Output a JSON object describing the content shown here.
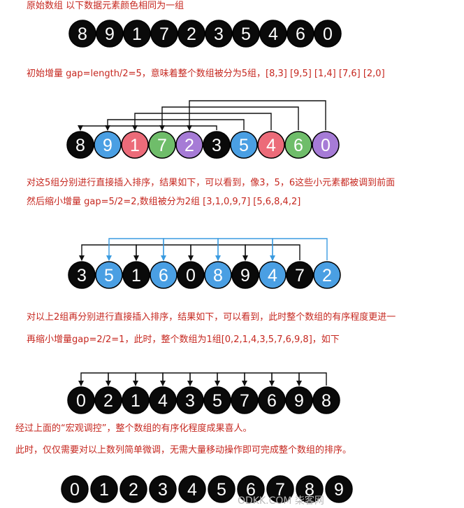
{
  "colors": {
    "caption": "#c6271f",
    "black": "#0a0a0a",
    "blue": "#4a9fe3",
    "pink": "#ec6b79",
    "green": "#6fbd6a",
    "purple": "#a67bd6",
    "arrow_black": "#111111",
    "arrow_blue": "#3a9be0"
  },
  "captions": {
    "c1": "原始数组  以下数据元素颜色相同为一组",
    "c2": "初始增量 gap=length/2=5，意味着整个数组被分为5组，[8,3] [9,5] [1,4] [7,6] [2,0]",
    "c3": "对这5组分别进行直接插入排序，结果如下，可以看到，像3，5，6这些小元素都被调到前面",
    "c4": "然后缩小增量 gap=5/2=2,数组被分为2组 [3,1,0,9,7] [5,6,8,4,2]",
    "c5": "对以上2组再分别进行直接插入排序，结果如下，可以看到，此时整个数组的有序程度更进一",
    "c6": "再缩小增量gap=2/2=1，此时，整个数组为1组[0,2,1,4,3,5,7,6,9,8]，如下",
    "c7": "经过上面的“宏观调控”，整个数组的有序化程度成果喜人。",
    "c8": "此时，仅仅需要对以上数列简单微调，无需大量移动操作即可完成整个数组的排序。"
  },
  "rows": [
    {
      "id": "original",
      "values": [
        8,
        9,
        1,
        7,
        2,
        3,
        5,
        4,
        6,
        0
      ],
      "colors": [
        "black",
        "black",
        "black",
        "black",
        "black",
        "black",
        "black",
        "black",
        "black",
        "black"
      ]
    },
    {
      "id": "gap5",
      "values": [
        8,
        9,
        1,
        7,
        2,
        3,
        5,
        4,
        6,
        0
      ],
      "colors": [
        "black",
        "blue",
        "pink",
        "green",
        "purple",
        "black",
        "blue",
        "pink",
        "green",
        "purple"
      ]
    },
    {
      "id": "gap2",
      "values": [
        3,
        5,
        1,
        6,
        0,
        8,
        9,
        4,
        7,
        2
      ],
      "colors": [
        "black",
        "blue",
        "black",
        "blue",
        "black",
        "blue",
        "black",
        "blue",
        "black",
        "blue"
      ]
    },
    {
      "id": "gap1",
      "values": [
        0,
        2,
        1,
        4,
        3,
        5,
        7,
        6,
        9,
        8
      ],
      "colors": [
        "black",
        "black",
        "black",
        "black",
        "black",
        "black",
        "black",
        "black",
        "black",
        "black"
      ]
    },
    {
      "id": "sorted",
      "values": [
        0,
        1,
        2,
        3,
        4,
        5,
        6,
        7,
        8,
        9
      ],
      "colors": [
        "black",
        "black",
        "black",
        "black",
        "black",
        "black",
        "black",
        "black",
        "black",
        "black"
      ]
    }
  ],
  "groupings": {
    "gap5": {
      "gap": 5,
      "colors": [
        "black",
        "blue",
        "pink",
        "green",
        "purple"
      ]
    },
    "gap2": {
      "gap": 2,
      "colors": [
        "arrow_black",
        "arrow_blue"
      ]
    },
    "gap1": {
      "gap": 1,
      "colors": [
        "arrow_black"
      ]
    }
  },
  "watermark": "ODKK.COM 柒客网"
}
